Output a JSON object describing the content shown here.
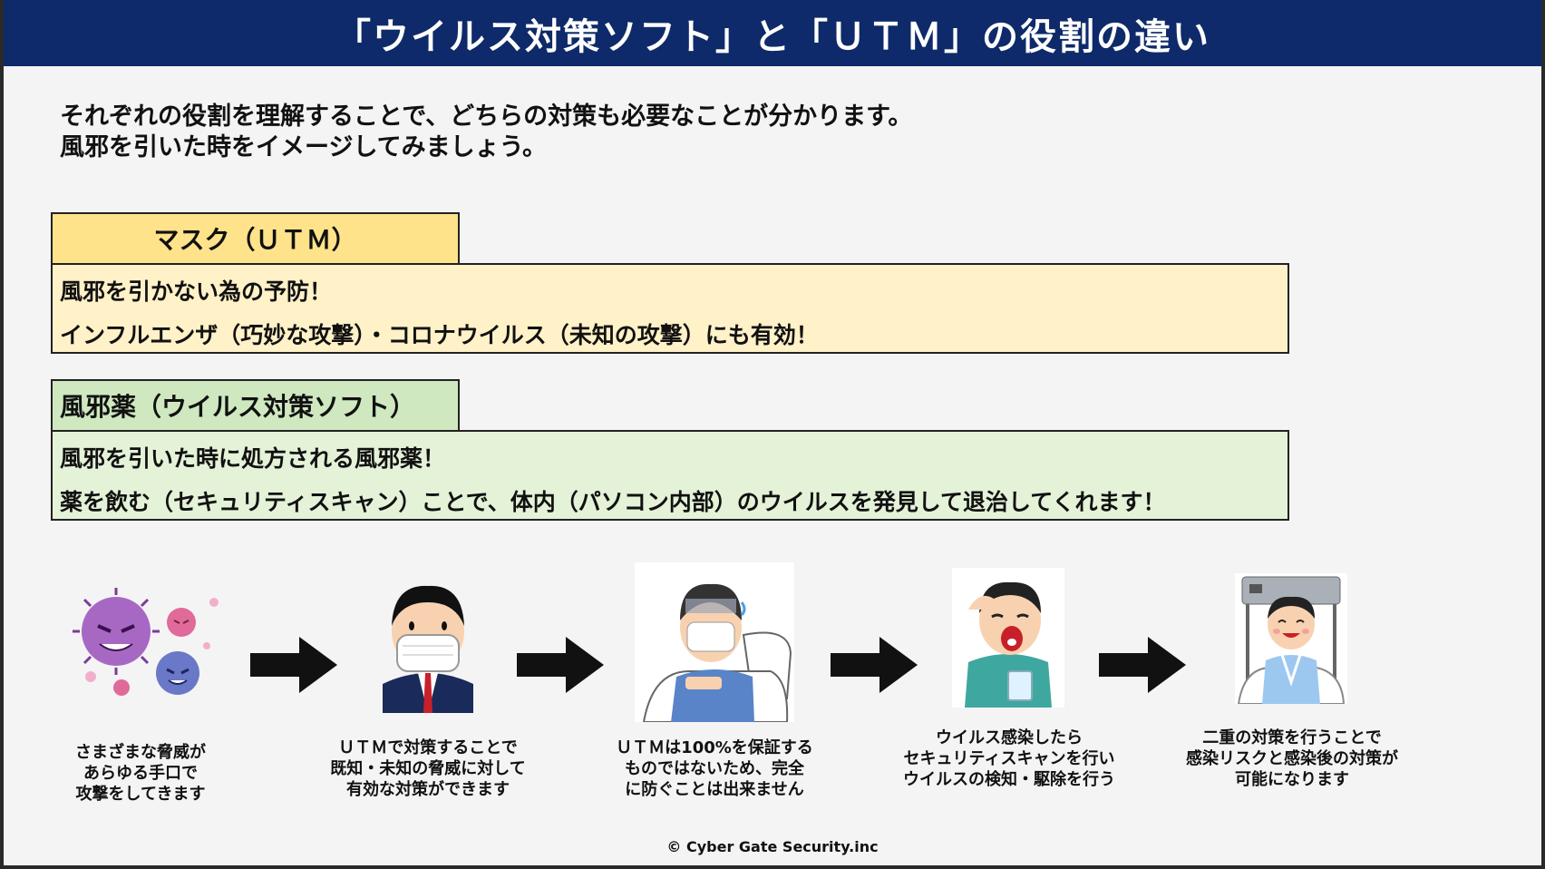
{
  "title": "「ウイルス対策ソフト」と「ＵＴＭ」の役割の違い",
  "intro": [
    "それぞれの役割を理解することで、どちらの対策も必要なことが分かります。",
    "風邪を引いた時をイメージしてみましょう。"
  ],
  "mask_section": {
    "tab_label": "マスク（ＵＴＭ）",
    "lines": [
      "風邪を引かない為の予防！",
      "インフルエンザ（巧妙な攻撃）・コロナウイルス（未知の攻撃）にも有効！"
    ],
    "tab_color": "#ffe38a",
    "box_color": "#fff1c8"
  },
  "medicine_section": {
    "tab_label": "風邪薬（ウイルス対策ソフト）",
    "lines": [
      "風邪を引いた時に処方される風邪薬！",
      "薬を飲む（セキュリティスキャン）ことで、体内（パソコン内部）のウイルスを発見して退治してくれます！"
    ],
    "tab_color": "#cfe8c0",
    "box_color": "#e4f2d8"
  },
  "steps": [
    {
      "illustration": "virus-illustration",
      "lines": [
        "さまざまな脅威が",
        "あらゆる手口で",
        "攻撃をしてきます"
      ]
    },
    {
      "illustration": "masked-man-illustration",
      "lines": [
        "ＵＴＭで対策することで",
        "既知・未知の脅威に対して",
        "有効な対策ができます"
      ]
    },
    {
      "illustration": "sick-in-bed-illustration",
      "lines": [
        "ＵＴＭは100%を保証する",
        "ものではないため、完全",
        "に防ぐことは出来ません"
      ]
    },
    {
      "illustration": "taking-medicine-illustration",
      "lines": [
        "ウイルス感染したら",
        "セキュリティスキャンを行い",
        "ウイルスの検知・駆除を行う"
      ]
    },
    {
      "illustration": "recovered-patient-illustration",
      "lines": [
        "二重の対策を行うことで",
        "感染リスクと感染後の対策が",
        "可能になります"
      ]
    }
  ],
  "footer": "© Cyber Gate Security.inc",
  "colors": {
    "title_bar": "#0e2a6a",
    "arrow": "#111111"
  }
}
